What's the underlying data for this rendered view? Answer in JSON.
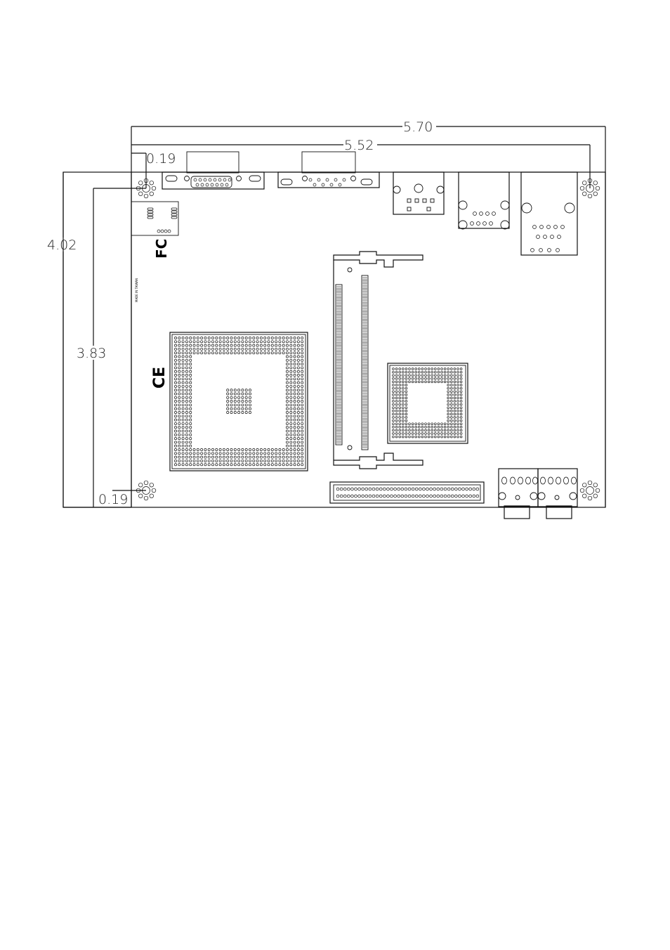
{
  "dimensions": {
    "overall_width": "5.70",
    "hole_span_width": "5.52",
    "overall_height": "4.02",
    "hole_span_height": "3.83",
    "top_hole_offset": "0.19",
    "bottom_hole_offset": "0.19"
  },
  "markings": {
    "fcc": "FC",
    "ce": "CE",
    "origin": "MADE IN TAIWAN"
  }
}
